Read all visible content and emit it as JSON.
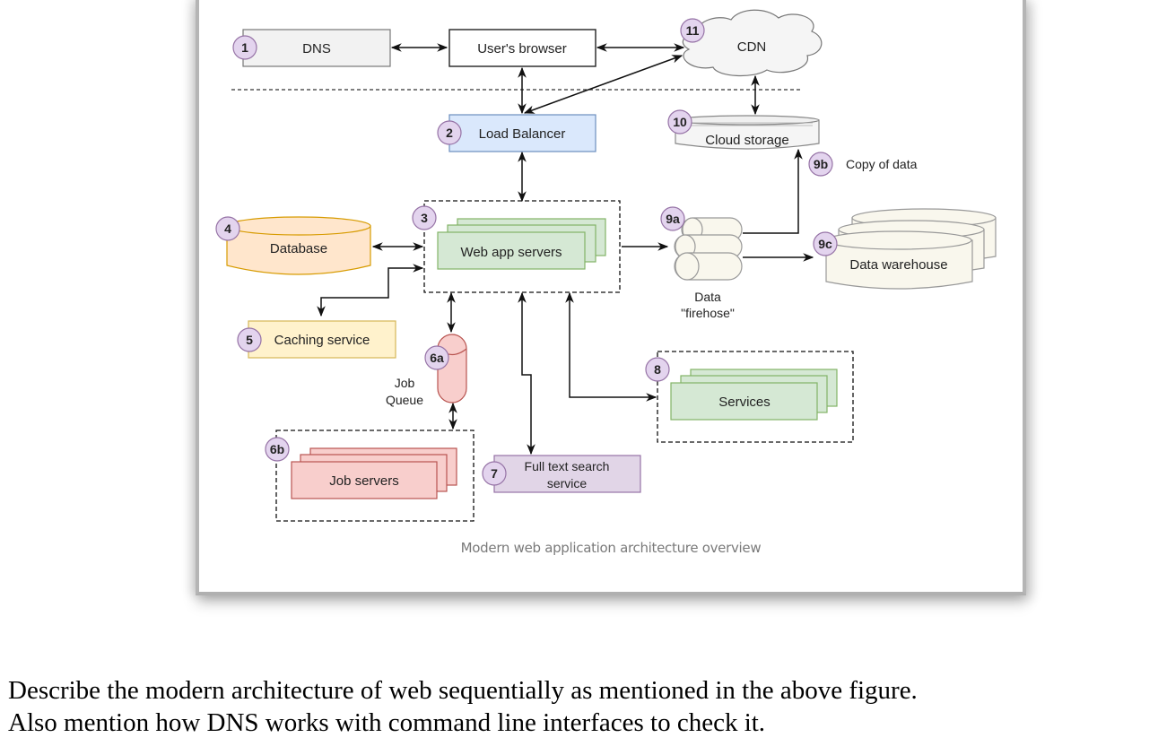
{
  "figure": {
    "caption": "Modern web application architecture overview",
    "colors": {
      "badge_fill": "#e3d4ee",
      "badge_stroke": "#9673a6",
      "dns_fill": "#f2f2f2",
      "load_balancer_fill": "#dae8fc",
      "load_balancer_stroke": "#6c8ebf",
      "green_fill": "#d5e8d4",
      "green_stroke": "#82b366",
      "orange_fill": "#ffe6cc",
      "orange_stroke": "#d79b00",
      "yellow_fill": "#fff2cc",
      "yellow_stroke": "#d6b656",
      "red_fill": "#f8cecc",
      "red_stroke": "#b85450",
      "purple_fill": "#e1d5e7",
      "purple_stroke": "#9673a6",
      "cream_fill": "#f9f7ed",
      "cream_stroke": "#9a9a9a"
    },
    "nodes": {
      "dns": {
        "badge": "1",
        "label": "DNS"
      },
      "browser": {
        "label": "User's browser"
      },
      "load_balancer": {
        "badge": "2",
        "label": "Load Balancer"
      },
      "web_app_servers": {
        "badge": "3",
        "label": "Web app servers"
      },
      "database": {
        "badge": "4",
        "label": "Database"
      },
      "caching_service": {
        "badge": "5",
        "label": "Caching service"
      },
      "job_queue": {
        "badge": "6a",
        "label_line1": "Job",
        "label_line2": "Queue"
      },
      "job_servers": {
        "badge": "6b",
        "label": "Job servers"
      },
      "full_text_search": {
        "badge": "7",
        "label_line1": "Full text search",
        "label_line2": "service"
      },
      "services": {
        "badge": "8",
        "label": "Services"
      },
      "data_firehose": {
        "badge": "9a",
        "label_line1": "Data",
        "label_line2": "\"firehose\""
      },
      "copy_of_data": {
        "badge": "9b",
        "label": "Copy of data"
      },
      "data_warehouse": {
        "badge": "9c",
        "label": "Data warehouse"
      },
      "cloud_storage": {
        "badge": "10",
        "label": "Cloud storage"
      },
      "cdn": {
        "badge": "11",
        "label": "CDN"
      }
    },
    "edges": [
      {
        "from": "dns",
        "to": "browser",
        "direction": "both"
      },
      {
        "from": "browser",
        "to": "cdn",
        "direction": "both"
      },
      {
        "from": "load_balancer",
        "to": "cdn",
        "direction": "both"
      },
      {
        "from": "browser",
        "to": "load_balancer",
        "direction": "both"
      },
      {
        "from": "cdn",
        "to": "cloud_storage",
        "direction": "both"
      },
      {
        "from": "load_balancer",
        "to": "web_app_servers",
        "direction": "both"
      },
      {
        "from": "database",
        "to": "web_app_servers",
        "direction": "both"
      },
      {
        "from": "caching_service",
        "to": "web_app_servers",
        "direction": "both"
      },
      {
        "from": "web_app_servers",
        "to": "data_firehose",
        "direction": "forward"
      },
      {
        "from": "data_firehose",
        "to": "cloud_storage",
        "direction": "forward"
      },
      {
        "from": "data_firehose",
        "to": "data_warehouse",
        "direction": "forward"
      },
      {
        "from": "web_app_servers",
        "to": "job_queue",
        "direction": "both"
      },
      {
        "from": "job_queue",
        "to": "job_servers",
        "direction": "both"
      },
      {
        "from": "web_app_servers",
        "to": "full_text_search",
        "direction": "both"
      },
      {
        "from": "web_app_servers",
        "to": "services",
        "direction": "both"
      }
    ]
  },
  "question": {
    "line1": "Describe the modern architecture of web sequentially as mentioned in the above figure.",
    "line2": "Also mention how DNS works with command line interfaces to check it."
  }
}
